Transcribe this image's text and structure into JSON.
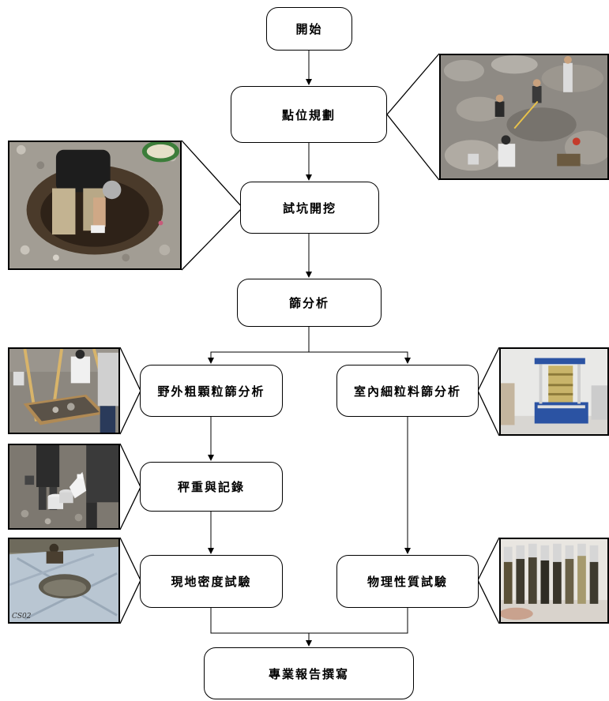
{
  "flow": {
    "start": "開始",
    "point_planning": "點位規劃",
    "test_pit": "試坑開挖",
    "sieve_analysis": "篩分析",
    "field_coarse_sieve": "野外粗顆粒篩分析",
    "lab_fine_sieve": "室內細粒料篩分析",
    "weigh_record": "秤重與記錄",
    "field_density": "現地密度試驗",
    "physical_test": "物理性質試驗",
    "report": "專業報告撰寫"
  },
  "photos": {
    "density_stamp": "CS02"
  }
}
